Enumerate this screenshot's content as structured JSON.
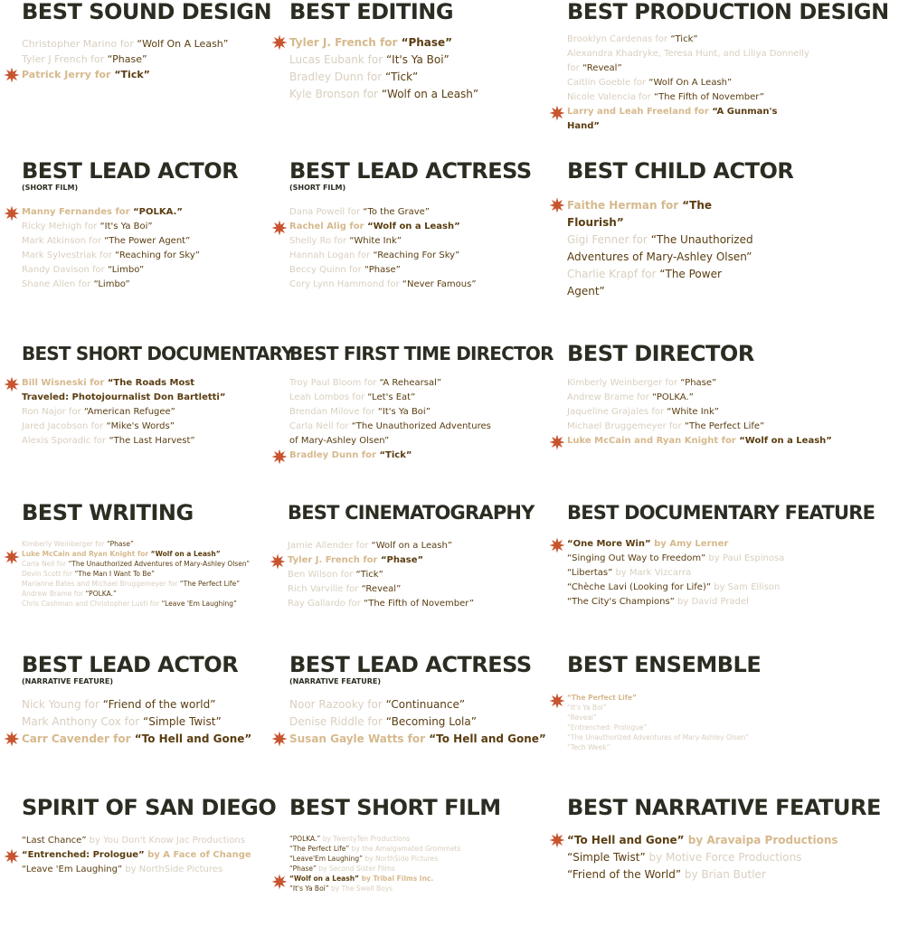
{
  "colors": {
    "title": "#2b2d22",
    "name": "#d9cfbf",
    "winner_name": "#d6b98d",
    "film": "#5a3d10",
    "star": "#c8542e"
  },
  "categories": [
    {
      "id": "sound",
      "title": "BEST SOUND DESIGN",
      "noms": [
        {
          "who": "Christopher Marino for ",
          "film": "“Wolf On A Leash”"
        },
        {
          "who": "Tyler J French for ",
          "film": "“Phase”"
        },
        {
          "who": "Patrick Jerry for ",
          "film": "“Tick”",
          "win": true
        }
      ]
    },
    {
      "id": "editing",
      "title": "BEST EDITING",
      "noms": [
        {
          "who": "Tyler J. French for ",
          "film": "“Phase”",
          "win": true
        },
        {
          "who": "Lucas Eubank for ",
          "film": "“It's Ya Boi”"
        },
        {
          "who": "Bradley Dunn for ",
          "film": "“Tick”"
        },
        {
          "who": "Kyle Bronson for ",
          "film": "“Wolf on a Leash”"
        }
      ]
    },
    {
      "id": "production",
      "title": "BEST PRODUCTION DESIGN",
      "noms": [
        {
          "who": "Brooklyn Cardenas for ",
          "film": "“Tick”"
        },
        {
          "who": "Alexandra Khadryke, Teresa Hunt, and Liliya Donnelly for ",
          "film": "“Reveal”"
        },
        {
          "who": "Caitlin Goeble for ",
          "film": "“Wolf On A Leash”"
        },
        {
          "who": "Nicole Valencia for ",
          "film": "“The Fifth of November”"
        },
        {
          "who": "Larry and Leah Freeland for ",
          "film": "“A Gunman's Hand”",
          "win": true
        }
      ]
    },
    {
      "id": "lead-actor-short",
      "title": "BEST LEAD ACTOR",
      "sub": "(SHORT FILM)",
      "noms": [
        {
          "who": "Manny Fernandes for ",
          "film": "“POLKA.”",
          "win": true
        },
        {
          "who": "Ricky Mehigh for ",
          "film": "“It's Ya Boi”"
        },
        {
          "who": "Mark Atkinson for ",
          "film": "“The Power Agent”"
        },
        {
          "who": "Mark Sylvestriak for ",
          "film": "“Reaching for Sky”"
        },
        {
          "who": "Randy Davison for ",
          "film": "“Limbo”"
        },
        {
          "who": "Shane Allen for ",
          "film": "“Limbo”"
        }
      ]
    },
    {
      "id": "lead-actress-short",
      "title": "BEST LEAD ACTRESS",
      "sub": "(SHORT FILM)",
      "noms": [
        {
          "who": "Dana Powell for ",
          "film": "“To the Grave”"
        },
        {
          "who": "Rachel Alig for ",
          "film": "“Wolf on a Leash”",
          "win": true
        },
        {
          "who": "Shelly Ro for ",
          "film": "“White Ink”"
        },
        {
          "who": "Hannah Logan for ",
          "film": "“Reaching For Sky”"
        },
        {
          "who": "Beccy Quinn for ",
          "film": "“Phase”"
        },
        {
          "who": "Cory Lynn Hammond for ",
          "film": "“Never Famous”"
        }
      ]
    },
    {
      "id": "child-actor",
      "title": "BEST CHILD ACTOR",
      "noms": [
        {
          "who": "Faithe Herman for ",
          "film": "“The Flourish”",
          "win": true
        },
        {
          "who": "Gigi Fenner for ",
          "film": "“The Unauthorized Adventures of Mary-Ashley Olsen”"
        },
        {
          "who": "Charlie Krapf for ",
          "film": "“The Power Agent”"
        }
      ]
    },
    {
      "id": "short-doc",
      "title": "BEST SHORT DOCUMENTARY",
      "noms": [
        {
          "who": "Bill Wisneski for ",
          "film": "“The Roads Most Traveled: Photojournalist Don Bartletti”",
          "win": true
        },
        {
          "who": "Ron Najor for ",
          "film": "“American Refugee”"
        },
        {
          "who": "Jared Jacobson for ",
          "film": "“Mike's Words”"
        },
        {
          "who": "Alexis Sporadic for ",
          "film": "“The Last Harvest”"
        }
      ]
    },
    {
      "id": "first-director",
      "title": "BEST FIRST TIME DIRECTOR",
      "noms": [
        {
          "who": "Troy Paul Bloom for ",
          "film": "“A Rehearsal”"
        },
        {
          "who": "Leah Lombos for ",
          "film": "“Let's Eat”"
        },
        {
          "who": "Brendan Milove for ",
          "film": "“It's Ya Boi”"
        },
        {
          "who": "Carla Nell for ",
          "film": "“The Unauthorized Adventures of Mary-Ashley Olsen”"
        },
        {
          "who": "Bradley Dunn for ",
          "film": "“Tick”",
          "win": true
        }
      ]
    },
    {
      "id": "director",
      "title": "BEST DIRECTOR",
      "noms": [
        {
          "who": "Kimberly Weinberger for ",
          "film": "“Phase”"
        },
        {
          "who": "Andrew Brame for ",
          "film": "“POLKA.”"
        },
        {
          "who": "Jaqueline Grajales for ",
          "film": "“White Ink”"
        },
        {
          "who": "Michael Bruggemeyer for ",
          "film": "“The Perfect Life”"
        },
        {
          "who": "Luke McCain and Ryan Knight for ",
          "film": "“Wolf on a Leash”",
          "win": true
        }
      ]
    },
    {
      "id": "writing",
      "title": "BEST WRITING",
      "noms": [
        {
          "who": "Kimberly Weinberger for ",
          "film": "“Phase”"
        },
        {
          "who": "Luke McCain and Ryan Knight for ",
          "film": "“Wolf on a Leash”",
          "win": true
        },
        {
          "who": "Carla Nell for ",
          "film": "“The Unauthorized Adventures of Mary-Ashley Olsen”"
        },
        {
          "who": "Devin Scott for ",
          "film": "“The Man I Want To Be”"
        },
        {
          "who": "Marianne Bates and Michael Bruggemeyer for ",
          "film": "“The Perfect Life”"
        },
        {
          "who": "Andrew Brame for ",
          "film": "“POLKA.”"
        },
        {
          "who": "Chris Cashman and Christopher Lusti for ",
          "film": "“Leave 'Em Laughing”"
        }
      ]
    },
    {
      "id": "cinematography",
      "title": "BEST CINEMATOGRAPHY",
      "noms": [
        {
          "who": "Jamie Allender for ",
          "film": "“Wolf on a Leash”"
        },
        {
          "who": "Tyler J. French for ",
          "film": "“Phase”",
          "win": true
        },
        {
          "who": "Ben Wilson for ",
          "film": "“Tick”"
        },
        {
          "who": "Rich Varville for ",
          "film": "“Reveal”"
        },
        {
          "who": "Ray Gallardo for ",
          "film": "“The Fifth of November”"
        }
      ]
    },
    {
      "id": "doc-feature",
      "title": "BEST DOCUMENTARY FEATURE",
      "noms": [
        {
          "film": "“One More Win”",
          "who": " by Amy Lerner",
          "win": true,
          "filmFirst": true
        },
        {
          "film": "“Singing Out Way to Freedom”",
          "who": " by Paul Espinosa",
          "filmFirst": true
        },
        {
          "film": "“Libertas”",
          "who": " by Mark Vizcarra",
          "filmFirst": true
        },
        {
          "film": "“Chèche Lavi (Looking for Life)”",
          "who": " by Sam Ellison",
          "filmFirst": true
        },
        {
          "film": "“The City's Champions”",
          "who": " by David Pradel",
          "filmFirst": true
        }
      ]
    },
    {
      "id": "lead-actor-narr",
      "title": "BEST LEAD ACTOR",
      "sub": "(NARRATIVE FEATURE)",
      "noms": [
        {
          "who": "Nick Young for ",
          "film": "“Friend of the world”"
        },
        {
          "who": "Mark Anthony Cox for ",
          "film": "“Simple Twist”"
        },
        {
          "who": "Carr Cavender for ",
          "film": "“To Hell and Gone”",
          "win": true
        }
      ]
    },
    {
      "id": "lead-actress-narr",
      "title": "BEST LEAD ACTRESS",
      "sub": "(NARRATIVE FEATURE)",
      "noms": [
        {
          "who": "Noor Razooky for ",
          "film": "“Continuance”"
        },
        {
          "who": "Denise Riddle for ",
          "film": "“Becoming Lola”"
        },
        {
          "who": "Susan Gayle Watts for ",
          "film": "“To Hell and Gone”",
          "win": true
        }
      ]
    },
    {
      "id": "ensemble",
      "title": "BEST ENSEMBLE",
      "noms": [
        {
          "who": "“The Perfect Life”",
          "win": true,
          "filmFirst": true,
          "film": ""
        },
        {
          "who": "“It's Ya Boi”",
          "filmFirst": true,
          "film": ""
        },
        {
          "who": "“Reveal”",
          "filmFirst": true,
          "film": ""
        },
        {
          "who": "“Entrenched: Prologue”",
          "filmFirst": true,
          "film": ""
        },
        {
          "who": "“The Unauthorized Adventures of Mary-Ashley Olsen”",
          "filmFirst": true,
          "film": ""
        },
        {
          "who": "“Tech Week”",
          "filmFirst": true,
          "film": ""
        }
      ]
    },
    {
      "id": "spirit",
      "title": "SPIRIT OF SAN DIEGO",
      "noms": [
        {
          "film": "“Last Chance”",
          "who": " by You Don't Know Jac Productions",
          "filmFirst": true
        },
        {
          "film": "“Entrenched: Prologue”",
          "who": " by A Face of Change",
          "win": true,
          "filmFirst": true
        },
        {
          "film": "“Leave 'Em Laughing”",
          "who": " by NorthSide Pictures",
          "filmFirst": true
        }
      ]
    },
    {
      "id": "short-film",
      "title": "BEST SHORT FILM",
      "noms": [
        {
          "film": "“POLKA.”",
          "who": " by TwentyTen Productions",
          "filmFirst": true
        },
        {
          "film": "“The Perfect Life”",
          "who": " by the Amalgamated Grommets",
          "filmFirst": true
        },
        {
          "film": "“Leave'Em Laughing”",
          "who": " by NorthSide Pictures",
          "filmFirst": true
        },
        {
          "film": "“Phase”",
          "who": " by Second Sister Films",
          "filmFirst": true
        },
        {
          "film": "“Wolf on a Leash”",
          "who": " by Tribal Films Inc.",
          "win": true,
          "filmFirst": true
        },
        {
          "film": "“It's Ya Boi”",
          "who": " by The Swell Boys",
          "filmFirst": true
        }
      ]
    },
    {
      "id": "narrative",
      "title": "BEST NARRATIVE FEATURE",
      "noms": [
        {
          "film": "“To Hell and Gone”",
          "who": " by Aravaipa Productions",
          "win": true,
          "filmFirst": true
        },
        {
          "film": "“Simple Twist”",
          "who": " by Motive Force Productions",
          "filmFirst": true
        },
        {
          "film": "“Friend of the World”",
          "who": " by Brian Butler",
          "filmFirst": true
        }
      ]
    }
  ]
}
